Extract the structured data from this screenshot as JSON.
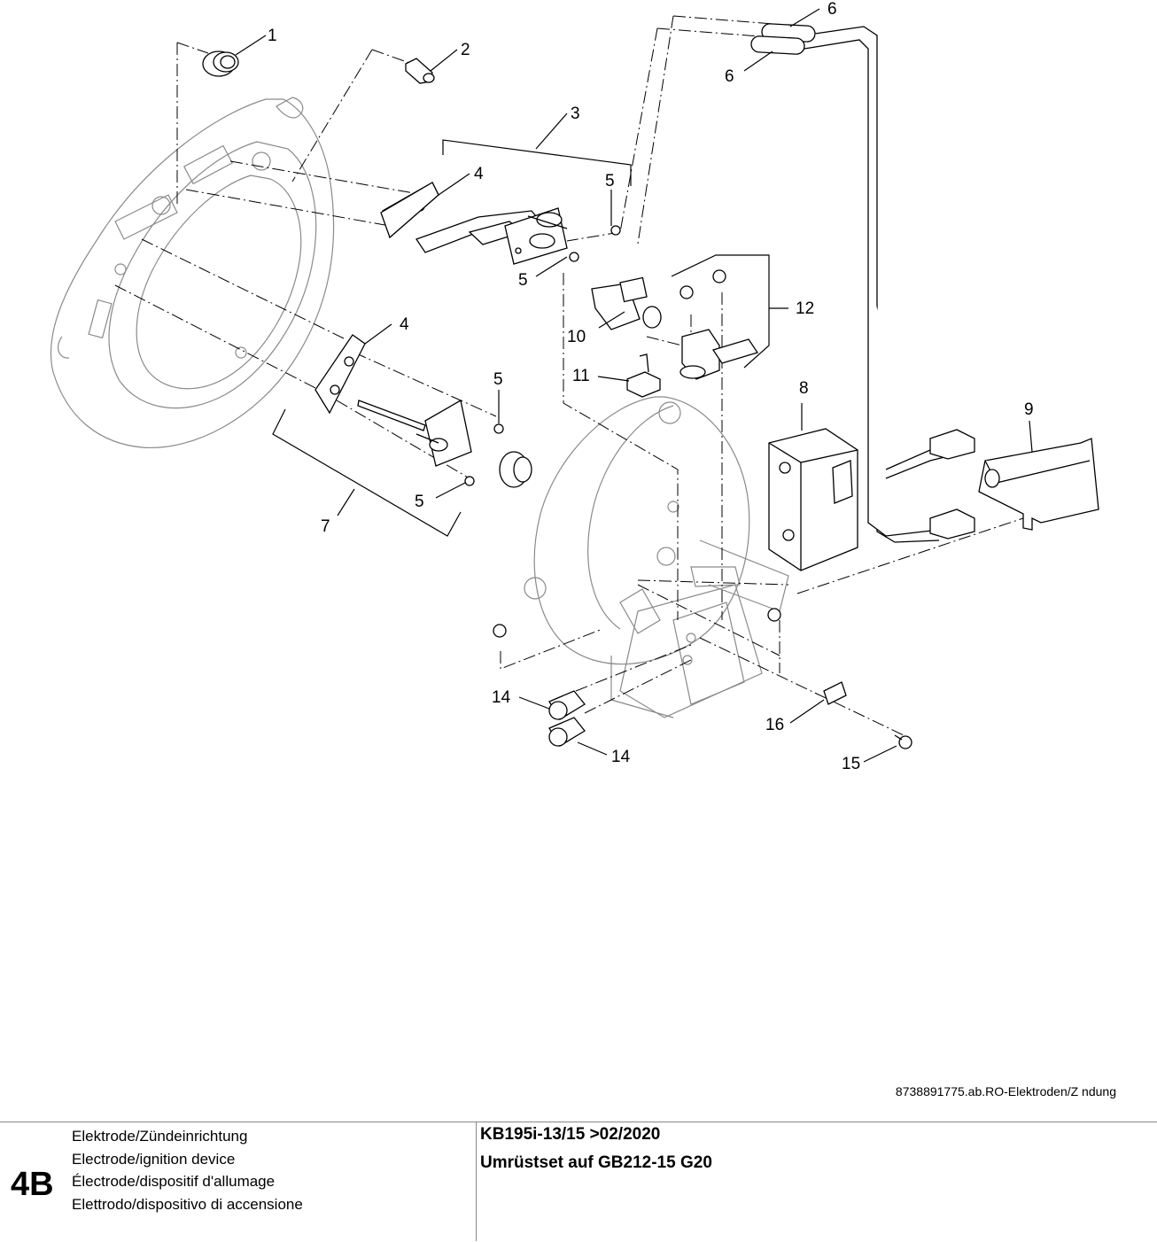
{
  "drawing_code": "8738891775.ab.RO-Elektroden/Z  ndung",
  "section_code": "4B",
  "descriptions": [
    "Elektrode/Zündeinrichtung",
    "Electrode/ignition device",
    "Électrode/dispositif d'allumage",
    "Elettrodo/dispositivo di accensione"
  ],
  "product": {
    "line1": "KB195i-13/15 >02/2020",
    "line2": "Umrüstset auf GB212-15 G20"
  },
  "callouts": {
    "c1": "1",
    "c2": "2",
    "c3": "3",
    "c4a": "4",
    "c4b": "4",
    "c5a": "5",
    "c5b": "5",
    "c5c": "5",
    "c5d": "5",
    "c6a": "6",
    "c6b": "6",
    "c7": "7",
    "c8": "8",
    "c9": "9",
    "c10": "10",
    "c11": "11",
    "c12": "12",
    "c14a": "14",
    "c14b": "14",
    "c15": "15",
    "c16": "16"
  }
}
